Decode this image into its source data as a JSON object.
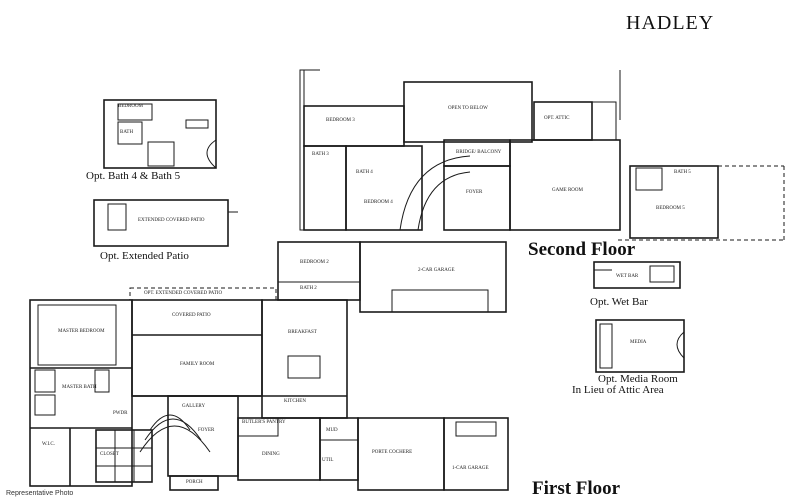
{
  "plan_title": "HADLEY",
  "floors": {
    "first": "First Floor",
    "second": "Second Floor"
  },
  "options": {
    "bath": "Opt. Bath 4 & Bath 5",
    "patio": "Opt. Extended Patio",
    "wet_bar": "Opt. Wet Bar",
    "media_line1": "Opt. Media Room",
    "media_line2": "In Lieu of Attic Area"
  },
  "rooms": {
    "master_bedroom": "MASTER BEDROOM",
    "master_bath": "MASTER BATH",
    "wic": "W.I.C.",
    "closet": "CLOSET",
    "powder": "PWDR",
    "gallery": "GALLERY",
    "family_room": "FAMILY ROOM",
    "covered_patio": "COVERED PATIO",
    "opt_extended_patio": "OPT. EXTENDED COVERED PATIO",
    "breakfast": "BREAKFAST",
    "kitchen": "KITCHEN",
    "butlers_pantry": "BUTLER'S PANTRY",
    "foyer": "FOYER",
    "dining": "DINING",
    "porch": "PORCH",
    "mud": "MUD",
    "utility": "UTIL",
    "bedroom_2": "BEDROOM 2",
    "bath_2": "BATH 2",
    "two_car_garage": "2-CAR GARAGE",
    "porte_cochere": "PORTE COCHERE",
    "one_car_garage": "1-CAR GARAGE",
    "bedroom_3": "BEDROOM 3",
    "bedroom_4": "BEDROOM 4",
    "bedroom_5": "BEDROOM 5",
    "bath_3": "BATH 3",
    "bath_4": "BATH 4",
    "bath_5": "BATH 5",
    "game_room": "GAME ROOM",
    "open_to_below": "Open to Below",
    "bridge_balcony": "BRIDGE/ BALCONY",
    "attic": "OPT. ATTIC",
    "media": "Media",
    "wet_bar": "Wet Bar",
    "bedroom": "BEDROOM",
    "bath": "BATH",
    "extended_covered_patio": "EXTENDED COVERED PATIO"
  },
  "footer": "Representative Photo"
}
